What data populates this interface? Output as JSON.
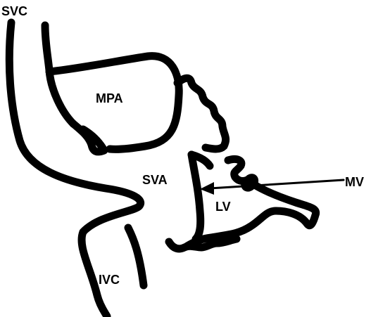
{
  "labels": {
    "svc": "SVC",
    "mpa": "MPA",
    "sva": "SVA",
    "lv": "LV",
    "mv": "MV",
    "ivc": "IVC"
  },
  "colors": {
    "stroke": "#000000",
    "background": "#ffffff"
  }
}
